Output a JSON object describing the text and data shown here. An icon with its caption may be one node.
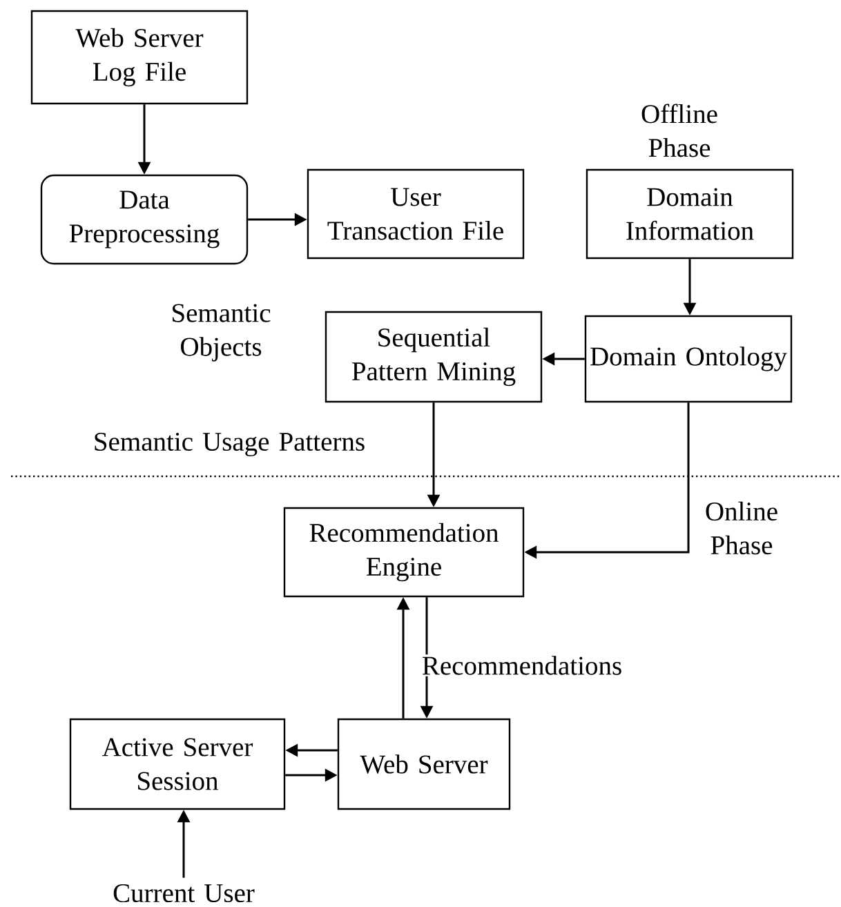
{
  "diagram": {
    "nodes": [
      {
        "text": [
          "Web Server Log File"
        ]
      },
      {
        "text": [
          "Data Preprocessing"
        ]
      },
      {
        "text": [
          "User Transaction File"
        ]
      },
      {
        "text": [
          "Domain Information"
        ]
      },
      {
        "text": [
          "Sequential Pattern Mining"
        ]
      },
      {
        "text": [
          "Domain Ontology"
        ]
      },
      {
        "text": [
          "Recommendation Engine"
        ]
      },
      {
        "text": [
          "Active Server Session"
        ]
      },
      {
        "text": [
          "Web Server"
        ]
      },
      {
        "text": [
          "Current User"
        ]
      }
    ],
    "edges": [
      {
        "from": 0,
        "to": 1,
        "arrow": "to"
      },
      {
        "from": 1,
        "to": 2,
        "arrow": "to"
      },
      {
        "from": 3,
        "to": 5,
        "arrow": "to"
      },
      {
        "from": 5,
        "to": 4,
        "arrow": "to"
      },
      {
        "from": 4,
        "to": 6,
        "arrow": "to"
      },
      {
        "from": 5,
        "to": 6,
        "arrow": "to"
      },
      {
        "from": 8,
        "to": 6,
        "arrow": "to"
      },
      {
        "from": 6,
        "to": 8,
        "arrow": "to",
        "label": "Recommendations"
      },
      {
        "from": 8,
        "to": 7,
        "arrow": "to"
      },
      {
        "from": 7,
        "to": 8,
        "arrow": "to"
      },
      {
        "from": 9,
        "to": 7,
        "arrow": "to"
      }
    ],
    "labels": [
      "Offline Phase",
      "Semantic Objects",
      "Semantic Usage Patterns",
      "Online Phase"
    ]
  }
}
